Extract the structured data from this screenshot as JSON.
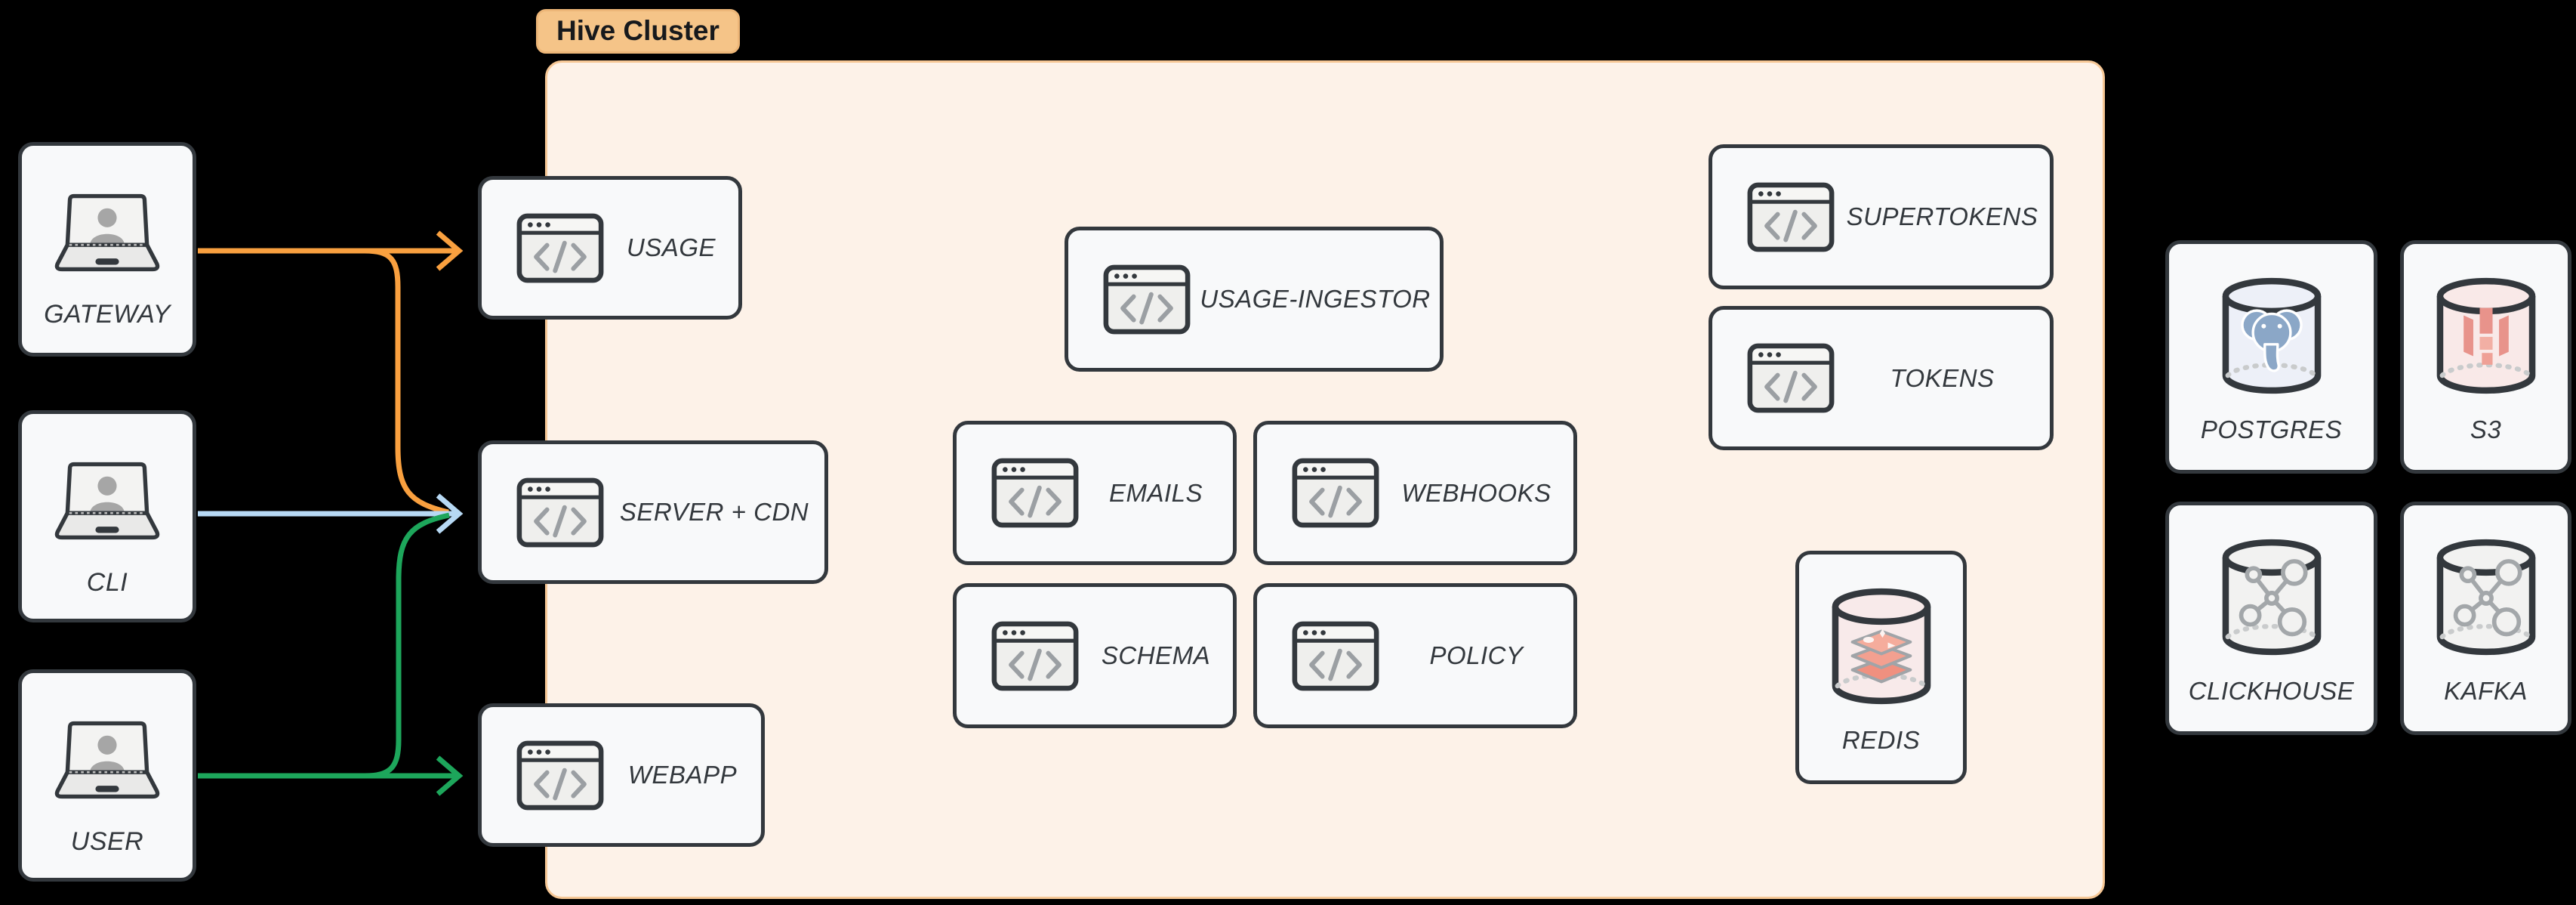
{
  "background": "#000000",
  "cluster": {
    "label": "Hive Cluster",
    "fill": "#FDF2E8",
    "border": "#F6C795",
    "pill_fill": "#F5C488",
    "pill_text": "#17191C"
  },
  "actors": [
    {
      "label": "GATEWAY"
    },
    {
      "label": "CLI"
    },
    {
      "label": "USER"
    }
  ],
  "services": [
    {
      "label": "USAGE"
    },
    {
      "label": "SERVER + CDN"
    },
    {
      "label": "WEBAPP"
    },
    {
      "label": "USAGE-INGESTOR"
    },
    {
      "label": "EMAILS"
    },
    {
      "label": "WEBHOOKS"
    },
    {
      "label": "SCHEMA"
    },
    {
      "label": "POLICY"
    },
    {
      "label": "SUPERTOKENS"
    },
    {
      "label": "TOKENS"
    }
  ],
  "datastores": [
    {
      "label": "REDIS"
    },
    {
      "label": "POSTGRES"
    },
    {
      "label": "S3"
    },
    {
      "label": "CLICKHOUSE"
    },
    {
      "label": "KAFKA"
    }
  ],
  "arrows": {
    "orange": "#F9A03F",
    "blue": "#B7D9F4",
    "green": "#1DA65B"
  },
  "palette": {
    "node_fill": "#F8F9FA",
    "node_border": "#33383D",
    "label_text": "#33383D",
    "icon_gray": "#9B9FA3",
    "postgres_blue": "#8BA7C7",
    "s3_salmon": "#E8938B",
    "redis_salmon": "#F3A090"
  }
}
